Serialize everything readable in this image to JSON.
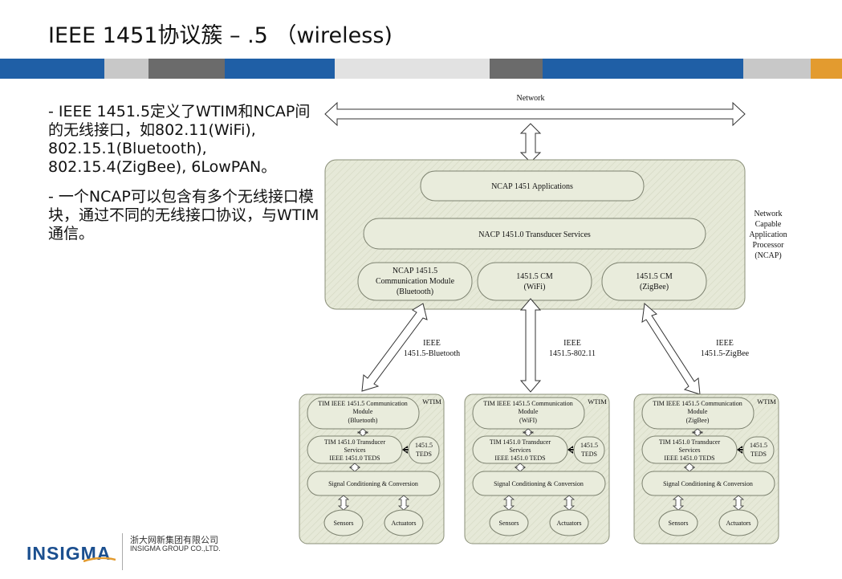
{
  "slide": {
    "title": "IEEE 1451协议簇 – .5 （wireless)",
    "bullets": [
      "- IEEE 1451.5定义了WTIM和NCAP间的无线接口，如802.11(WiFi), 802.15.1(Bluetooth), 802.15.4(ZigBee), 6LowPAN。",
      "- 一个NCAP可以包含有多个无线接口模块，通过不同的无线接口协议，与WTIM通信。"
    ]
  },
  "colors": {
    "accent_blue": "#1f5fa6",
    "gray_dark": "#6b6b6b",
    "gray_light": "#c8c8c8",
    "orange": "#e39b2f",
    "diagram_fill": "#e4e8d4",
    "diagram_stroke": "#8a8f78"
  },
  "diagram": {
    "network_label": "Network",
    "ncap_apps": "NCAP 1451 Applications",
    "transducer_services": "NACP 1451.0 Transducer Services",
    "ncap_label": [
      "Network",
      "Capable",
      "Application",
      "Processor",
      "(NCAP)"
    ],
    "cm_modules": [
      [
        "NCAP 1451.5",
        "Communication Module",
        "(Bluetooth)"
      ],
      [
        "1451.5 CM",
        "(WiFi)"
      ],
      [
        "1451.5 CM",
        "(ZigBee)"
      ]
    ],
    "links": [
      [
        "IEEE",
        "1451.5-Bluetooth"
      ],
      [
        "IEEE",
        "1451.5-802.11"
      ],
      [
        "IEEE",
        "1451.5-ZigBee"
      ]
    ],
    "wtims": [
      {
        "tag": "WTIM",
        "comm": [
          "TIM IEEE 1451.5 Communication",
          "Module",
          "(Bluetooth)"
        ],
        "services": [
          "TIM 1451.0 Transducer",
          "Services",
          "IEEE 1451.0 TEDS"
        ],
        "teds": [
          "1451.5",
          "TEDS"
        ],
        "signal": "Signal Conditioning & Conversion",
        "sensors": "Sensors",
        "actuators": "Actuators"
      },
      {
        "tag": "WTIM",
        "comm": [
          "TIM IEEE 1451.5 Communication",
          "Module",
          "(WiFI)"
        ],
        "services": [
          "TIM 1451.0 Transducer",
          "Services",
          "IEEE 1451.0 TEDS"
        ],
        "teds": [
          "1451.5",
          "TEDS"
        ],
        "signal": "Signal Conditioning & Conversion",
        "sensors": "Sensors",
        "actuators": "Actuators"
      },
      {
        "tag": "WTIM",
        "comm": [
          "TIM IEEE 1451.5 Communication",
          "Module",
          "(ZigBee)"
        ],
        "services": [
          "TIM 1451.0 Transducer",
          "Services",
          "IEEE 1451.0 TEDS"
        ],
        "teds": [
          "1451.5",
          "TEDS"
        ],
        "signal": "Signal Conditioning & Conversion",
        "sensors": "Sensors",
        "actuators": "Actuators"
      }
    ]
  },
  "footer": {
    "logo": "INSIGMA",
    "company_cn": "浙大网新集团有限公司",
    "company_en": "INSIGMA GROUP CO.,LTD."
  }
}
